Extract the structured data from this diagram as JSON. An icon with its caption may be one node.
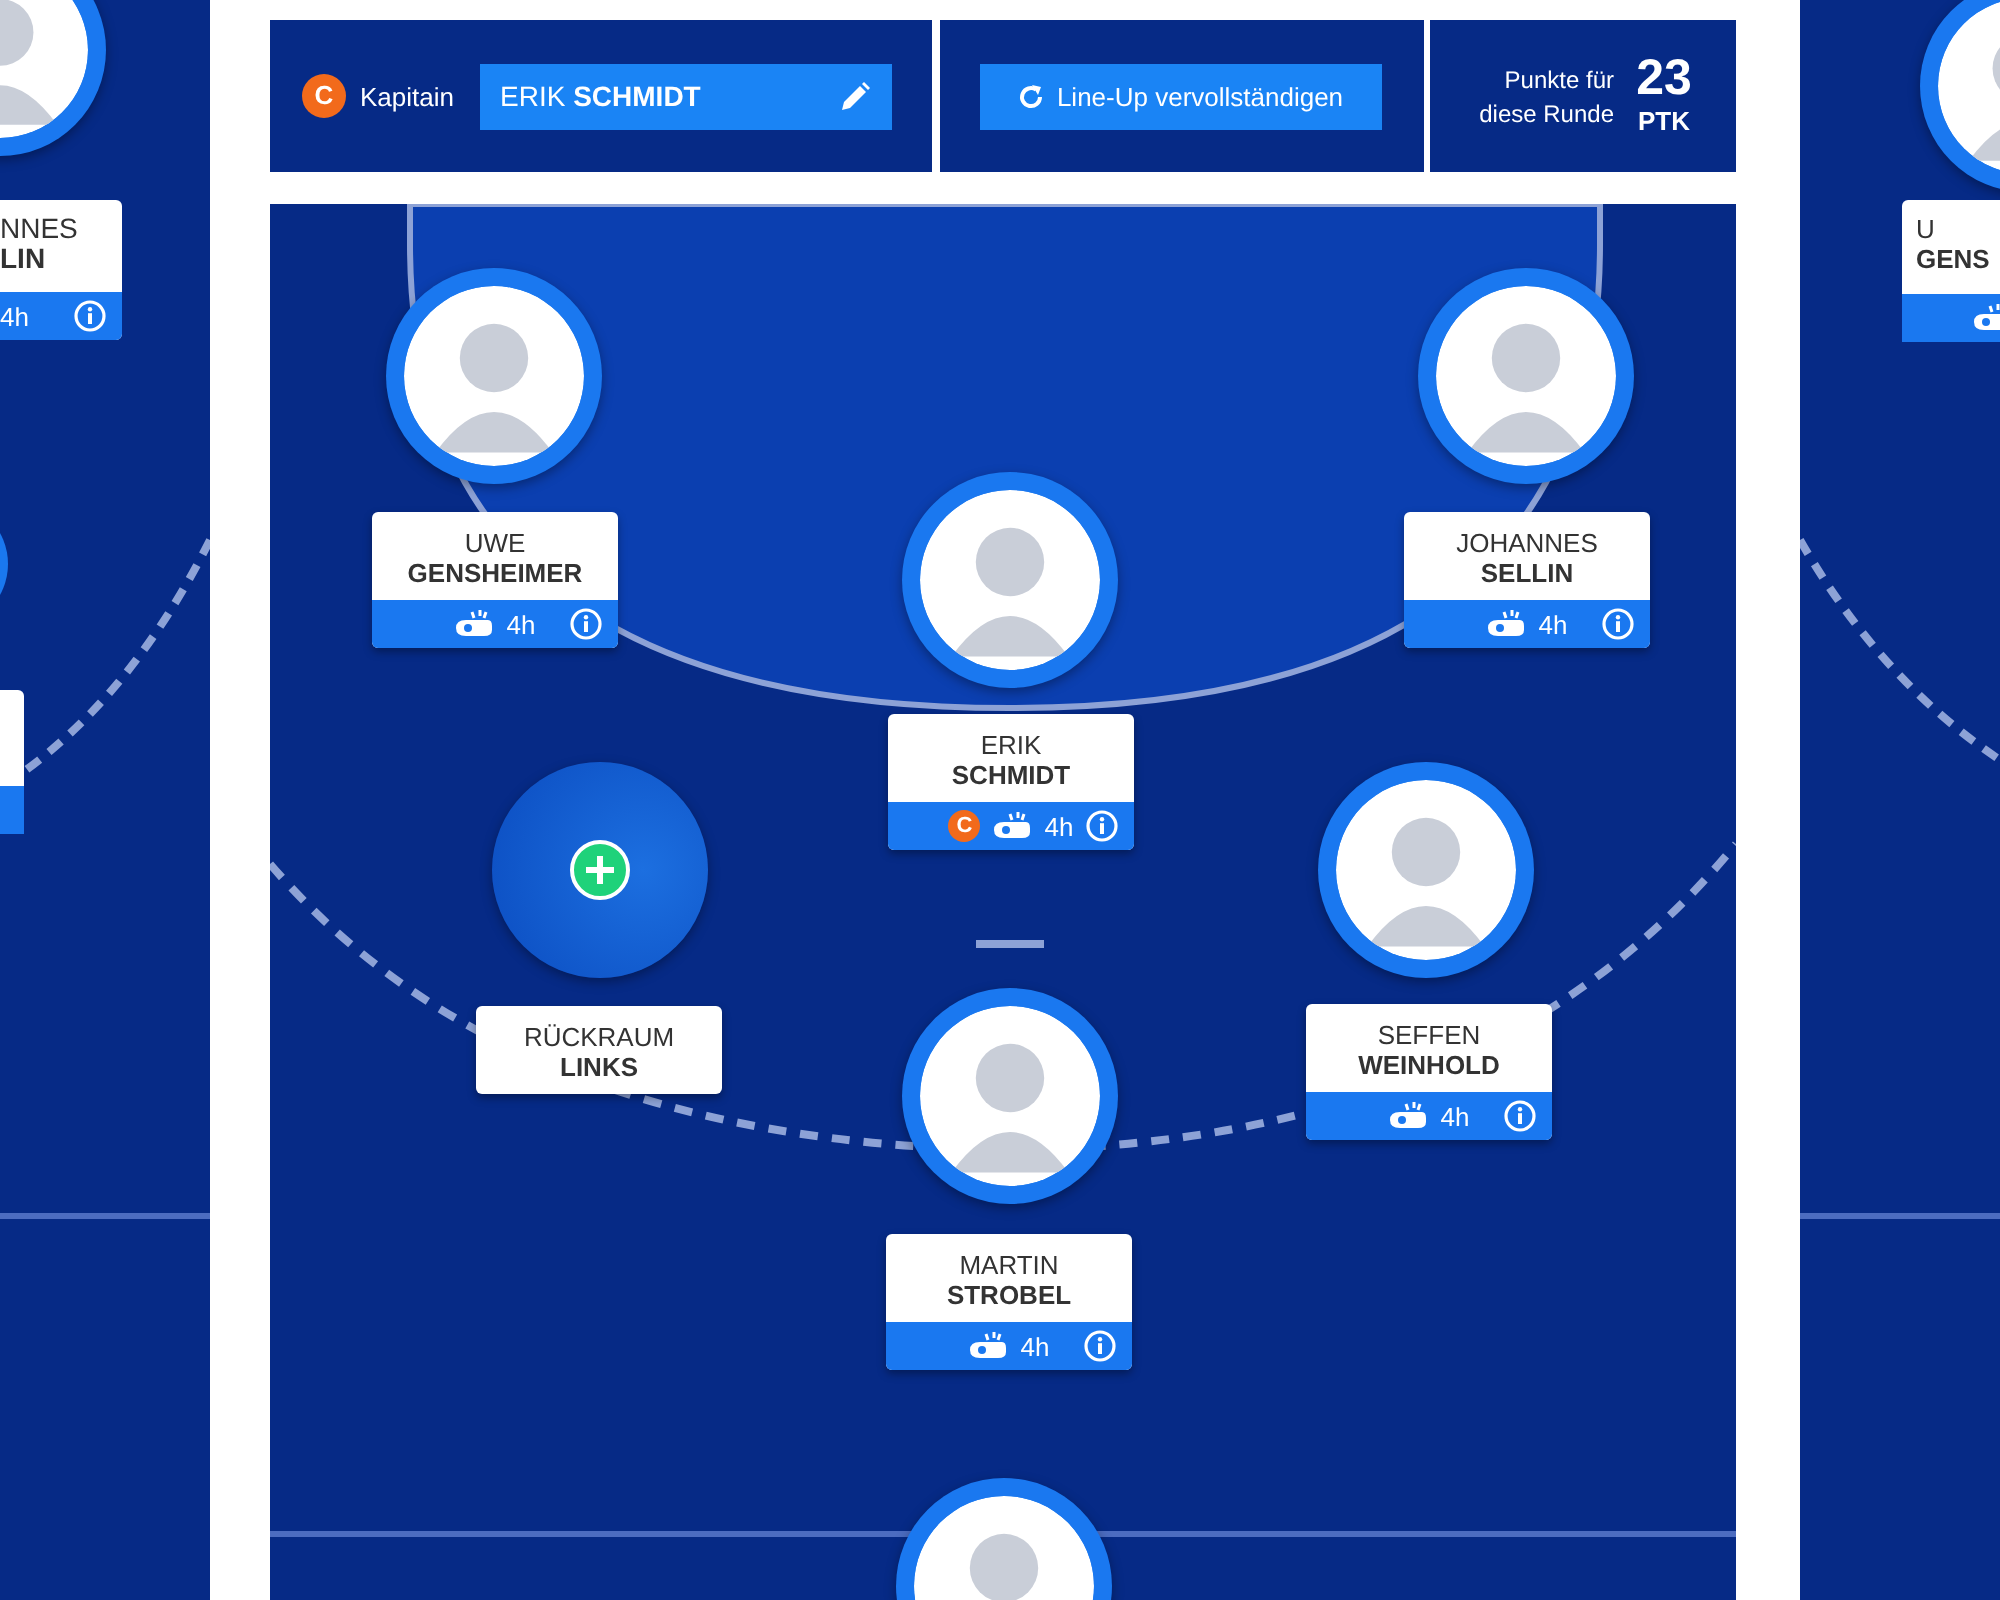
{
  "diagram": {
    "nodes": [
      {
        "text": [
          "UWE **GENSHEIMER**",
          "4h"
        ]
      },
      {
        "text": [
          "JOHANNES **SELLIN**",
          "4h"
        ]
      },
      {
        "text": [
          "ERIK **SCHMIDT**",
          "C",
          "4h"
        ]
      },
      {
        "text": [
          "RÜCKRAUM **LINKS**"
        ]
      },
      {
        "text": [
          "SEFFEN **WEINHOLD**",
          "4h"
        ]
      },
      {
        "text": [
          "MARTIN **STROBEL**",
          "4h"
        ]
      }
    ],
    "labels": [
      "NNES",
      "LIN",
      "4h",
      "U",
      "GENS",
      "C",
      "Kapitain",
      "ERIK **SCHMIDT**",
      "Line-Up vervollständigen",
      "Punkte für diese Runde",
      "23",
      "PTK"
    ]
  }
}
